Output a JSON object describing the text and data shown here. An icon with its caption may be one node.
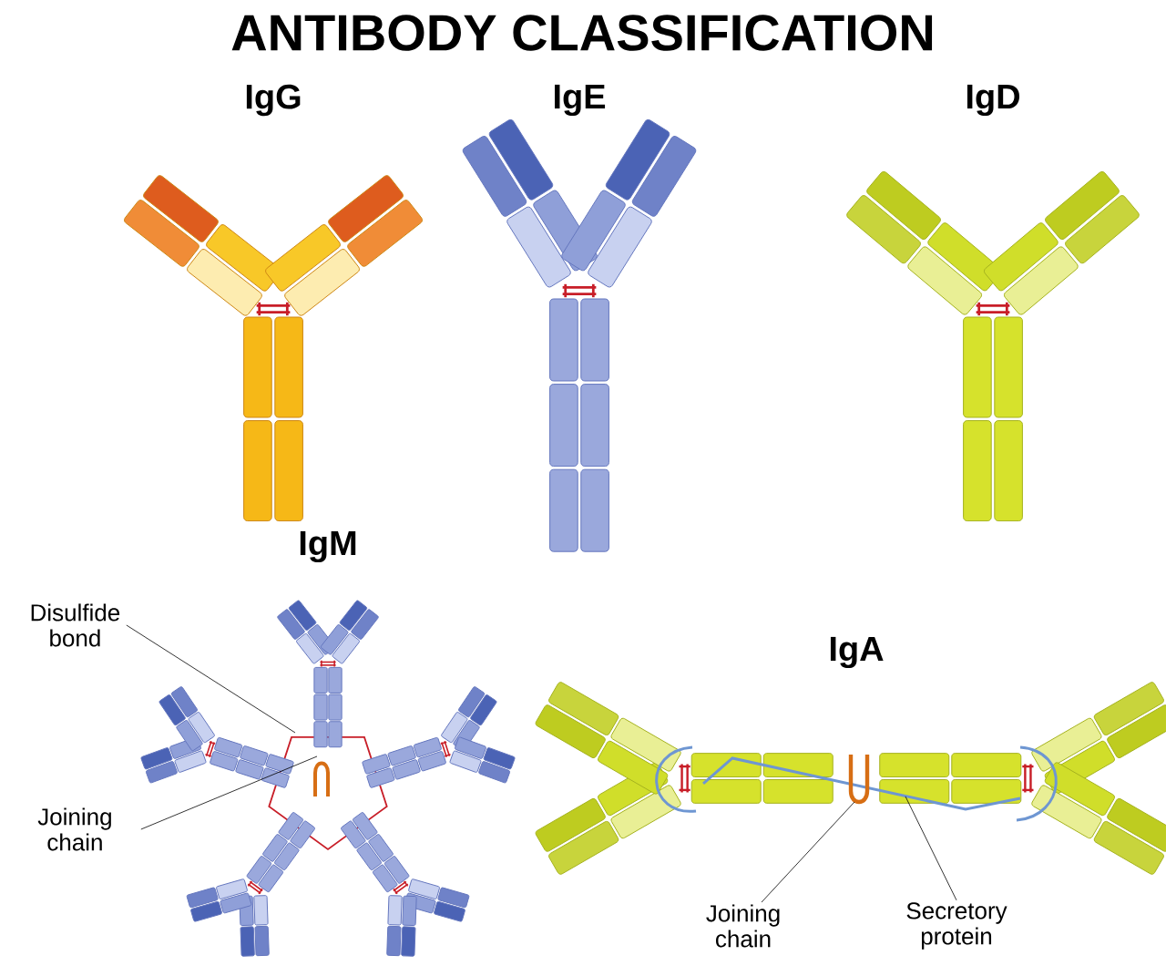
{
  "diagram": {
    "title": "ANTIBODY CLASSIFICATION",
    "nodes": [
      {
        "text": [
          "Disulfide bond"
        ]
      },
      {
        "text": [
          "Joining chain"
        ]
      },
      {
        "text": [
          "Joining chain"
        ]
      },
      {
        "text": [
          "Secretory protein"
        ]
      }
    ],
    "edges": [
      {
        "from": 0,
        "to": null,
        "arrow": "none"
      },
      {
        "from": 1,
        "to": null,
        "arrow": "none"
      },
      {
        "from": 2,
        "to": null,
        "arrow": "none"
      },
      {
        "from": 3,
        "to": null,
        "arrow": "none"
      }
    ],
    "labels": [
      "IgG",
      "IgE",
      "IgD",
      "IgM",
      "IgA"
    ]
  }
}
